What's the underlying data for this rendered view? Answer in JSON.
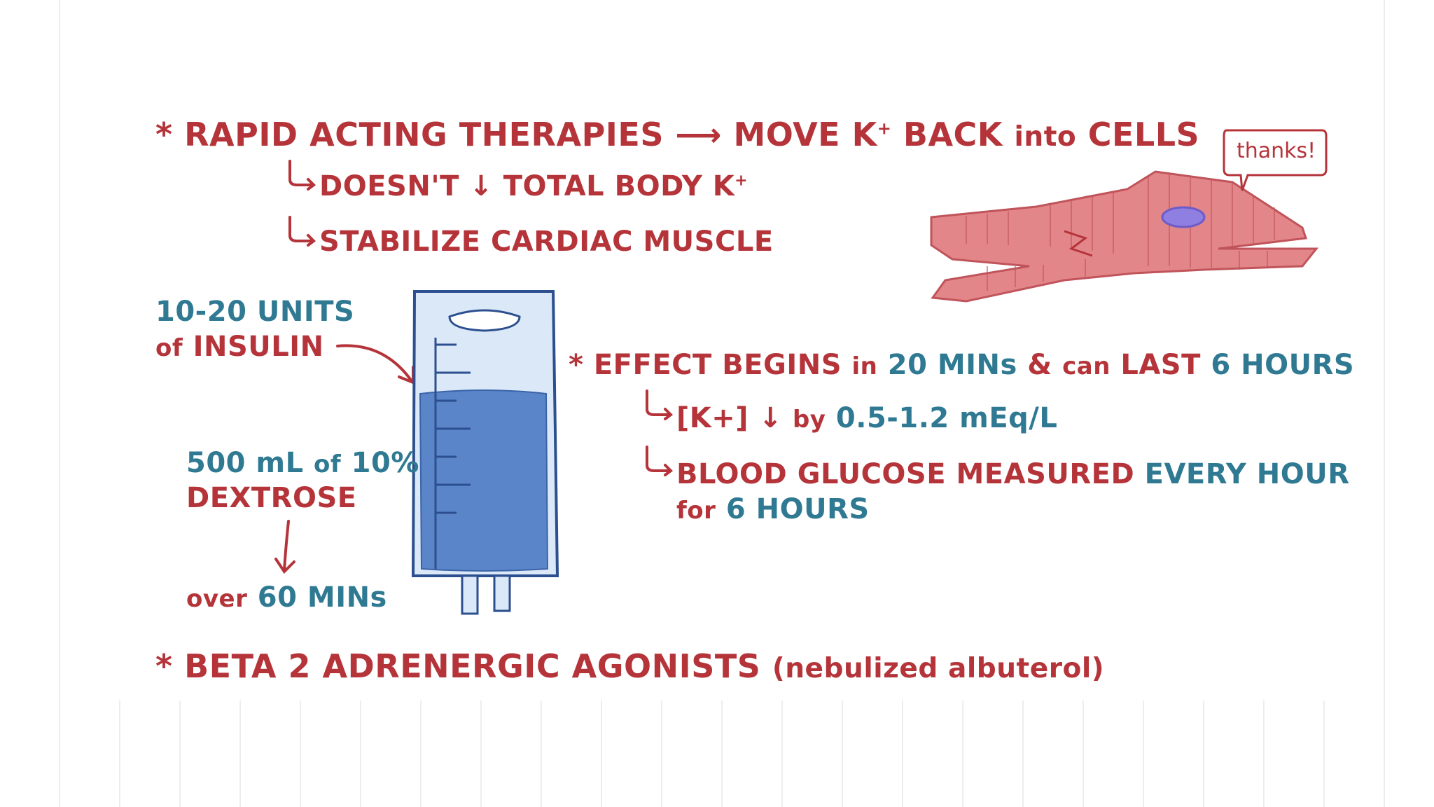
{
  "heading": {
    "bullet": "*",
    "left": "RAPID ACTING THERAPIES",
    "arrow": "⟶",
    "right_a": "MOVE K",
    "right_sup": "+",
    "right_b": "BACK",
    "right_c": "into",
    "right_d": "CELLS"
  },
  "sub1": {
    "a": "DOESN'T",
    "arrow": "↓",
    "b": "TOTAL BODY K",
    "sup": "+"
  },
  "sub2": "STABILIZE CARDIAC MUSCLE",
  "cell_speech": "thanks!",
  "insulin": {
    "line1": "10-20 UNITS",
    "of": "of",
    "word": "INSULIN"
  },
  "dextrose": {
    "line1a": "500 mL",
    "line1b": "of",
    "line1c": "10%",
    "line2": "DEXTROSE"
  },
  "duration": {
    "a": "over",
    "b": "60 MINs"
  },
  "effect": {
    "bullet": "*",
    "a": "EFFECT BEGINS",
    "b": "in",
    "c": "20 MINs",
    "d": "&",
    "e": "can",
    "f": "LAST",
    "g": "6 HOURS"
  },
  "k_drop": {
    "a": "[K+]",
    "arrow": "↓",
    "b": "by",
    "c": "0.5-1.2 mEq/L"
  },
  "glucose": {
    "a": "BLOOD GLUCOSE MEASURED",
    "b": "EVERY HOUR",
    "c": "for",
    "d": "6 HOURS"
  },
  "beta": {
    "bullet": "*",
    "a": "BETA 2 ADRENERGIC AGONISTS",
    "b": "(nebulized albuterol)"
  },
  "colors": {
    "red": "#b5343a",
    "teal": "#2f7a92",
    "muscle": "#e3868a",
    "bag_fluid": "#5b85c9",
    "nucleus": "#8f7fe0"
  }
}
